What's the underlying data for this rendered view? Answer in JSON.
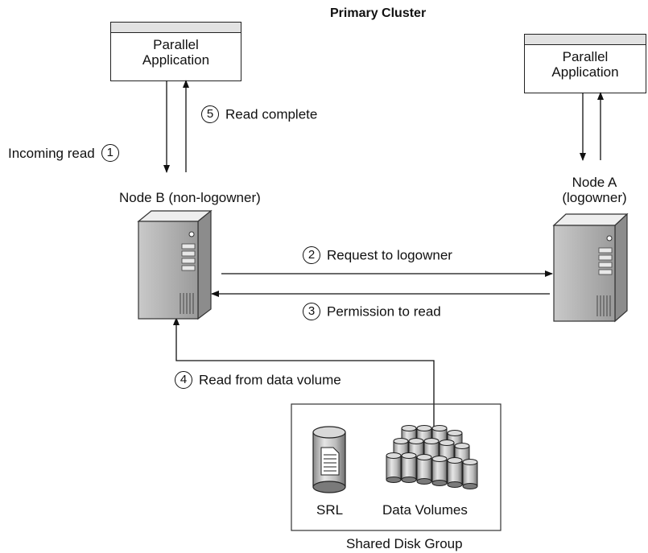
{
  "title": "Primary Cluster",
  "app_left": {
    "line1": "Parallel",
    "line2": "Application"
  },
  "app_right": {
    "line1": "Parallel",
    "line2": "Application"
  },
  "node_b_label": "Node B (non-logowner)",
  "node_a_label_1": "Node A",
  "node_a_label_2": "(logowner)",
  "steps": [
    {
      "num": "1",
      "text": "Incoming read"
    },
    {
      "num": "2",
      "text": "Request to logowner"
    },
    {
      "num": "3",
      "text": "Permission to read"
    },
    {
      "num": "4",
      "text": "Read from data volume"
    },
    {
      "num": "5",
      "text": "Read complete"
    }
  ],
  "srl_label": "SRL",
  "data_volumes_label": "Data Volumes",
  "disk_group_label": "Shared Disk Group"
}
